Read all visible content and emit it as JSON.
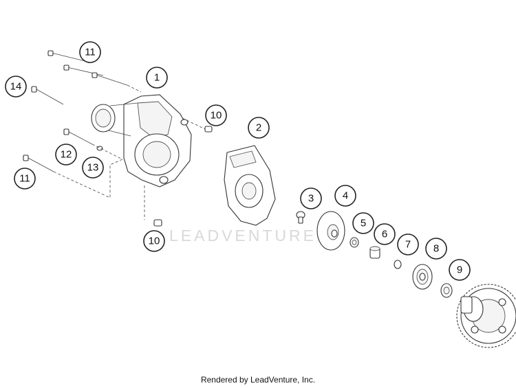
{
  "watermark": "LEADVENTURE",
  "footer": "Rendered by LeadVenture, Inc.",
  "callouts": [
    "11",
    "1",
    "14",
    "10",
    "2",
    "12",
    "13",
    "11",
    "3",
    "4",
    "5",
    "6",
    "7",
    "8",
    "9",
    "10"
  ]
}
